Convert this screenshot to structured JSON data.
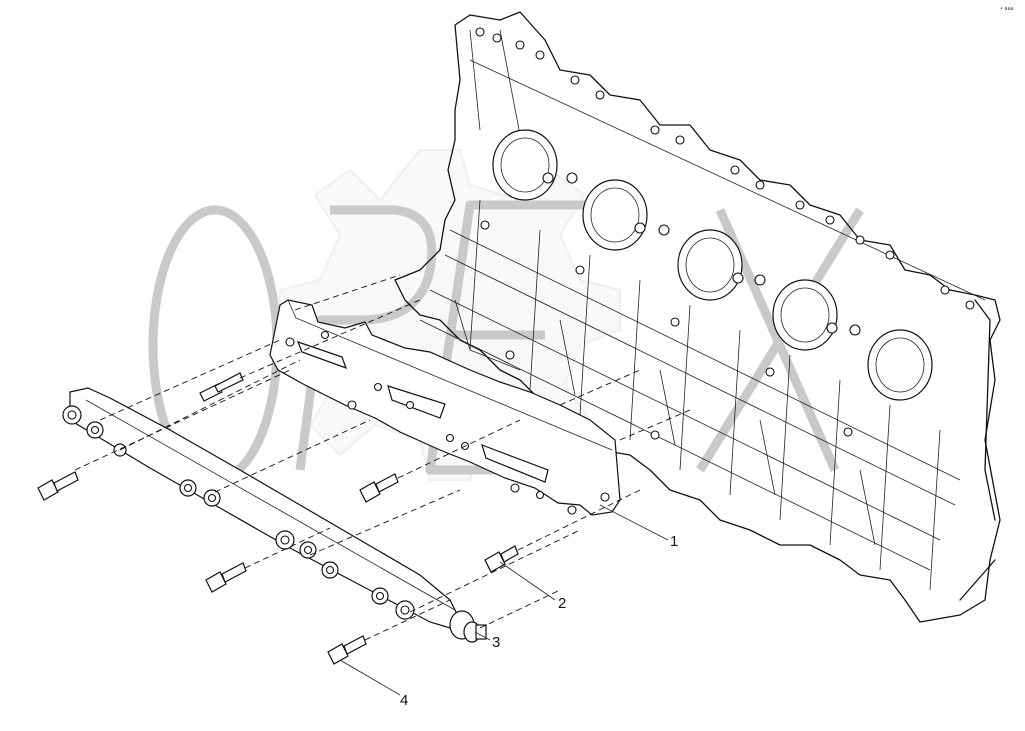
{
  "diagram": {
    "corner_mark": "• aaa",
    "watermark": "OPEX",
    "callouts": [
      {
        "id": "1",
        "label": "1"
      },
      {
        "id": "2",
        "label": "2"
      },
      {
        "id": "3",
        "label": "3"
      },
      {
        "id": "4",
        "label": "4"
      }
    ]
  }
}
